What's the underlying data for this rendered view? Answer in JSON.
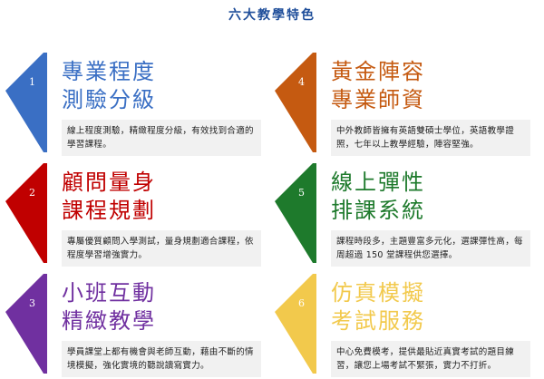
{
  "title": "六大教學特色",
  "features": [
    {
      "number": "1",
      "title_line1": "專業程度",
      "title_line2": "測驗分級",
      "description": "線上程度測驗，精緻程度分級，有效找到合適的學習課程。",
      "color": "#3a6fc4"
    },
    {
      "number": "2",
      "title_line1": "顧問量身",
      "title_line2": "課程規劃",
      "description": "專屬優質顧問入學測試，量身規劃適合課程，依程度學習增強實力。",
      "color": "#c00000"
    },
    {
      "number": "3",
      "title_line1": "小班互動",
      "title_line2": "精緻教學",
      "description": "學員課堂上都有機會與老師互動，藉由不斷的情境模擬，強化實境的聽說讀寫實力。",
      "color": "#7030a0"
    },
    {
      "number": "4",
      "title_line1": "黃金陣容",
      "title_line2": "專業師資",
      "description": "中外教師皆擁有英語雙碩士學位，英語教學證照，七年以上教學經驗，陣容堅強。",
      "color": "#c55a11"
    },
    {
      "number": "5",
      "title_line1": "線上彈性",
      "title_line2": "排課系統",
      "description": "課程時段多，主題豐富多元化，選課彈性高，每周超過 150 堂課程供您選擇。",
      "color": "#1e7a2c"
    },
    {
      "number": "6",
      "title_line1": "仿真模擬",
      "title_line2": "考試服務",
      "description": "中心免費模考，提供最貼近真實考試的題目練習，讓您上場考試不緊張，實力不打折。",
      "color": "#f2c94c"
    }
  ]
}
